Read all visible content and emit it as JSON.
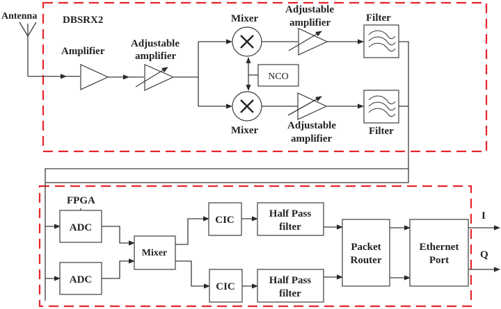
{
  "diagram": {
    "title": "DBSRX2 receiver and FPGA signal chain",
    "colors": {
      "boundary": "#e8232a",
      "wire": "#3a3a3a"
    },
    "top_section": {
      "label": "DBSRX2",
      "antenna_label": "Antenna",
      "amplifier_label": "Amplifier",
      "adj_amp_label_line1": "Adjustable",
      "adj_amp_label_line2": "amplifier",
      "mixer_top_label": "Mixer",
      "mixer_bottom_label": "Mixer",
      "nco_label": "NCO",
      "adj_amp_top_line1": "Adjustable",
      "adj_amp_top_line2": "amplifier",
      "adj_amp_bottom_line1": "Adjustable",
      "adj_amp_bottom_line2": "amplifier",
      "filter_top_label": "Filter",
      "filter_bottom_label": "Filter"
    },
    "bottom_section": {
      "label": "FPGA",
      "adc_top_label": "ADC",
      "adc_bottom_label": "ADC",
      "mixer_label": "Mixer",
      "cic_top_label": "CIC",
      "cic_bottom_label": "CIC",
      "hpf_top_line1": "Half Pass",
      "hpf_top_line2": "filter",
      "hpf_bottom_line1": "Half Pass",
      "hpf_bottom_line2": "filter",
      "router_line1": "Packet",
      "router_line2": "Router",
      "ethernet_line1": "Ethernet",
      "ethernet_line2": "Port",
      "output_i": "I",
      "output_q": "Q"
    }
  }
}
